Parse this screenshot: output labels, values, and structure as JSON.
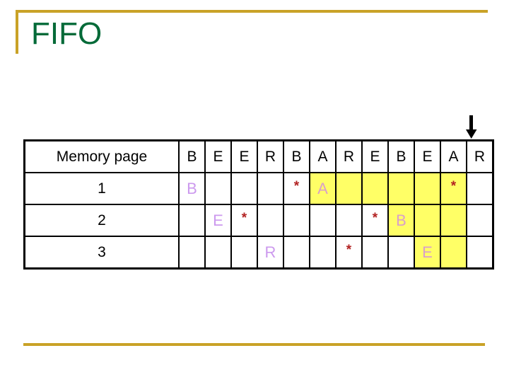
{
  "slide": {
    "title": "FIFO",
    "title_color": "#046A38",
    "accent_color": "#C9A227"
  },
  "pointer": {
    "icon": "down-arrow-icon",
    "points_to_column_index": 11
  },
  "table": {
    "header_label": "Memory page",
    "reference_string": [
      "B",
      "E",
      "E",
      "R",
      "B",
      "A",
      "R",
      "E",
      "B",
      "E",
      "A",
      "R"
    ],
    "row_labels": [
      "1",
      "2",
      "3"
    ],
    "colors": {
      "letter": "#CC99EE",
      "letter_on_highlight": "#D9A0C9",
      "star": "#B22222",
      "highlight": "#FFFF66",
      "border": "#000000"
    },
    "rows": [
      {
        "label": "1",
        "cells": [
          {
            "text": "B",
            "kind": "letter",
            "highlight": false
          },
          {
            "text": "",
            "kind": "empty",
            "highlight": false
          },
          {
            "text": "",
            "kind": "empty",
            "highlight": false
          },
          {
            "text": "",
            "kind": "empty",
            "highlight": false
          },
          {
            "text": "*",
            "kind": "star",
            "highlight": false
          },
          {
            "text": "A",
            "kind": "letter",
            "highlight": true
          },
          {
            "text": "",
            "kind": "empty",
            "highlight": true
          },
          {
            "text": "",
            "kind": "empty",
            "highlight": true
          },
          {
            "text": "",
            "kind": "empty",
            "highlight": true
          },
          {
            "text": "",
            "kind": "empty",
            "highlight": true
          },
          {
            "text": "*",
            "kind": "star",
            "highlight": true
          },
          {
            "text": "",
            "kind": "empty",
            "highlight": false
          }
        ]
      },
      {
        "label": "2",
        "cells": [
          {
            "text": "",
            "kind": "empty",
            "highlight": false
          },
          {
            "text": "E",
            "kind": "letter",
            "highlight": false
          },
          {
            "text": "*",
            "kind": "star",
            "highlight": false
          },
          {
            "text": "",
            "kind": "empty",
            "highlight": false
          },
          {
            "text": "",
            "kind": "empty",
            "highlight": false
          },
          {
            "text": "",
            "kind": "empty",
            "highlight": false
          },
          {
            "text": "",
            "kind": "empty",
            "highlight": false
          },
          {
            "text": "*",
            "kind": "star",
            "highlight": false
          },
          {
            "text": "B",
            "kind": "letter",
            "highlight": true
          },
          {
            "text": "",
            "kind": "empty",
            "highlight": true
          },
          {
            "text": "",
            "kind": "empty",
            "highlight": true
          },
          {
            "text": "",
            "kind": "empty",
            "highlight": false
          }
        ]
      },
      {
        "label": "3",
        "cells": [
          {
            "text": "",
            "kind": "empty",
            "highlight": false
          },
          {
            "text": "",
            "kind": "empty",
            "highlight": false
          },
          {
            "text": "",
            "kind": "empty",
            "highlight": false
          },
          {
            "text": "R",
            "kind": "letter",
            "highlight": false
          },
          {
            "text": "",
            "kind": "empty",
            "highlight": false
          },
          {
            "text": "",
            "kind": "empty",
            "highlight": false
          },
          {
            "text": "*",
            "kind": "star",
            "highlight": false
          },
          {
            "text": "",
            "kind": "empty",
            "highlight": false
          },
          {
            "text": "",
            "kind": "empty",
            "highlight": false
          },
          {
            "text": "E",
            "kind": "letter",
            "highlight": true
          },
          {
            "text": "",
            "kind": "empty",
            "highlight": true
          },
          {
            "text": "",
            "kind": "empty",
            "highlight": false
          }
        ]
      }
    ]
  }
}
